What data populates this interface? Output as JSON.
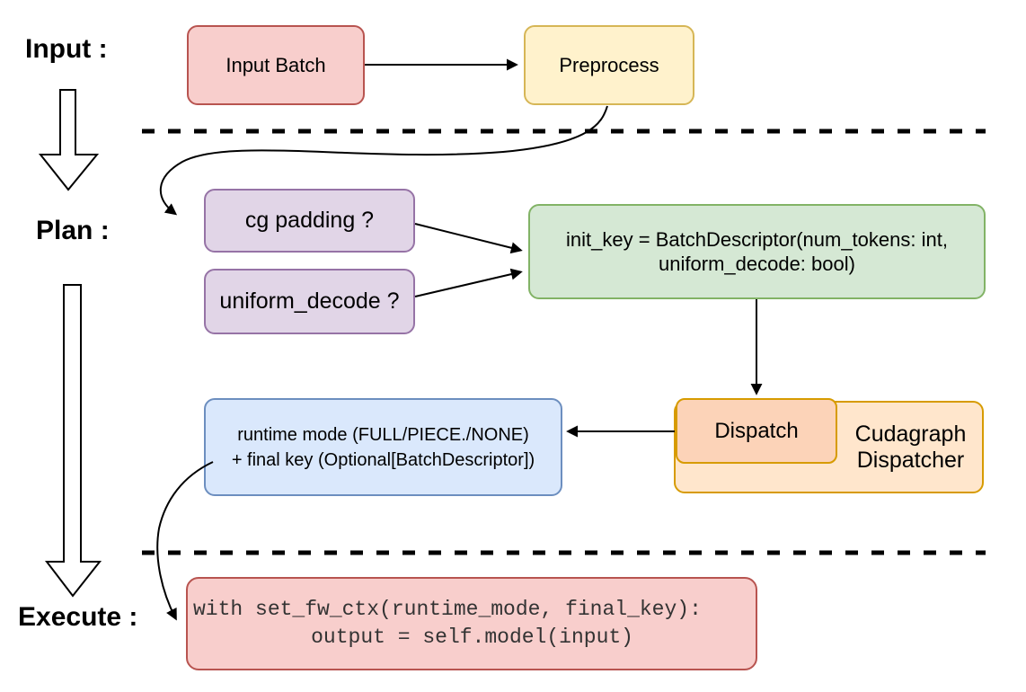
{
  "diagram": {
    "background": "#ffffff",
    "stage_labels": {
      "input": "Input :",
      "plan": "Plan :",
      "execute": "Execute :"
    },
    "nodes": {
      "input_batch": {
        "label": "Input Batch",
        "fill": "#f8cecc",
        "stroke": "#b85450"
      },
      "preprocess": {
        "label": "Preprocess",
        "fill": "#fff2cc",
        "stroke": "#d6b656"
      },
      "cg_padding": {
        "label": "cg padding ?",
        "fill": "#e1d5e7",
        "stroke": "#9673a6"
      },
      "uniform_decode": {
        "label": "uniform_decode ?",
        "fill": "#e1d5e7",
        "stroke": "#9673a6"
      },
      "init_key": {
        "label": "init_key = BatchDescriptor(num_tokens: int,\nuniform_decode: bool)",
        "fill": "#d5e8d4",
        "stroke": "#82b366"
      },
      "runtime_mode": {
        "label": "runtime mode (FULL/PIECE./NONE)\n+ final key (Optional[BatchDescriptor])",
        "fill": "#dae8fc",
        "stroke": "#6c8ebf"
      },
      "dispatch": {
        "label": "Dispatch",
        "fill": "#fcd3b8",
        "stroke": "#d79b00"
      },
      "cudagraph_dispatcher": {
        "label": "Cudagraph Dispatcher",
        "fill": "#ffe6cc",
        "stroke": "#d79b00"
      },
      "execute_code": {
        "code": "with set_fw_ctx(runtime_mode, final_key):\n    output = self.model(input)",
        "fill": "#f8cecc",
        "stroke": "#b85450"
      }
    },
    "connector_color": "#000000"
  }
}
